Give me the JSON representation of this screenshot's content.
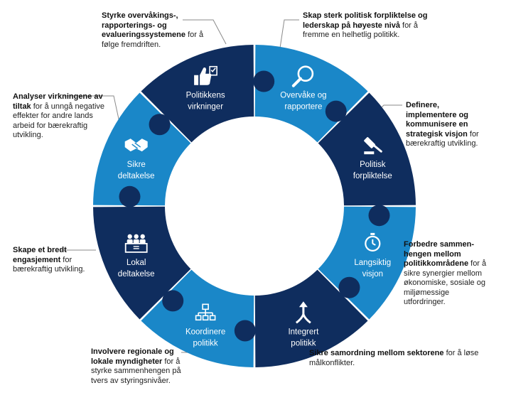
{
  "segments": [
    {
      "id": "overvake",
      "label": [
        "Overvåke og",
        "rapportere"
      ],
      "icon": "magnifier-icon",
      "shade": "light"
    },
    {
      "id": "politisk",
      "label": [
        "Politisk",
        "forpliktelse"
      ],
      "icon": "gavel-icon",
      "shade": "dark"
    },
    {
      "id": "langsiktig",
      "label": [
        "Langsiktig",
        "visjon"
      ],
      "icon": "stopwatch-icon",
      "shade": "light"
    },
    {
      "id": "integrert",
      "label": [
        "Integrert",
        "politikk"
      ],
      "icon": "merge-arrow-icon",
      "shade": "dark"
    },
    {
      "id": "koordinere",
      "label": [
        "Koordinere",
        "politikk"
      ],
      "icon": "org-chart-icon",
      "shade": "light"
    },
    {
      "id": "lokal",
      "label": [
        "Lokal",
        "deltakelse"
      ],
      "icon": "meeting-icon",
      "shade": "dark"
    },
    {
      "id": "sikre",
      "label": [
        "Sikre",
        "deltakelse"
      ],
      "icon": "handshake-icon",
      "shade": "light"
    },
    {
      "id": "virkninger",
      "label": [
        "Politikkens",
        "virkninger"
      ],
      "icon": "thumbs-up-checklist-icon",
      "shade": "dark"
    }
  ],
  "annotations": {
    "overvake": {
      "bold": "Styrke overvåkings-, rapporterings- og evalueringssystemene",
      "rest": " for å følge fremdriften."
    },
    "politisk": {
      "bold": "Skap sterk politisk forpliktelse og lederskap på høyeste nivå",
      "rest": " for å fremme en helhetlig politikk."
    },
    "langsiktig": {
      "bold": "Definere, implementere og kommunisere en strategisk visjon",
      "rest": " for bærekraftig utvikling."
    },
    "integrert": {
      "bold": "Forbedre sammen-hengen mellom politikkområdene",
      "rest": " for å sikre synergier mellom økonomiske, sosiale og miljømessige utfordringer."
    },
    "koordinere": {
      "bold": "Sikre samordning mellom sektorene",
      "rest": " for å løse målkonflikter."
    },
    "lokal": {
      "bold": "Involvere regionale og lokale myndigheter",
      "rest": " for å styrke sammenhengen på tvers av styringsnivåer."
    },
    "sikre": {
      "bold": "Skape et bredt engasjement",
      "rest": " for bærekraftig utvikling."
    },
    "virkninger": {
      "bold": "Analyser virkningene av tiltak",
      "rest": " for å unngå negative effekter for andre lands arbeid for bærekraftig utvikling."
    }
  },
  "colors": {
    "dark": "#0f2d5e",
    "light": "#1a87c8",
    "leader": "#8a8a8a",
    "text": "#222222"
  }
}
